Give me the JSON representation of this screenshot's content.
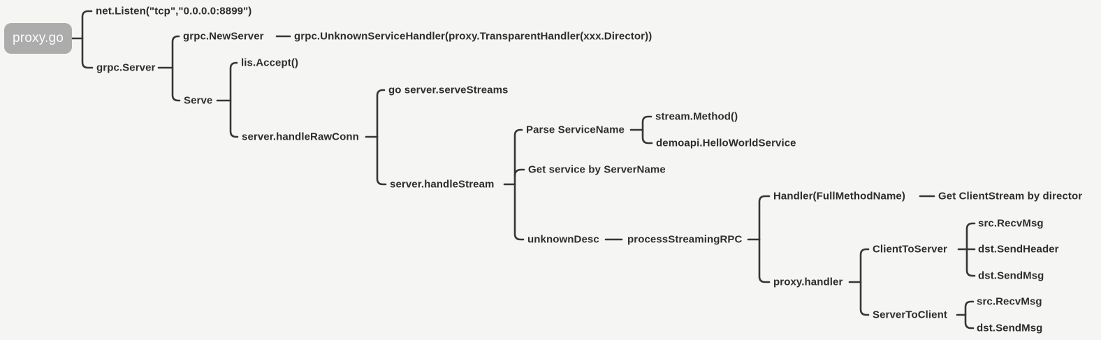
{
  "colors": {
    "background": "#f5f5f4",
    "line": "#363636",
    "text": "#2d2d2d",
    "root_background": "#acacac",
    "root_text": "#fbfbfb"
  },
  "nodes": {
    "proxy_go": {
      "label": "proxy.go"
    },
    "net_listen": {
      "label": "net.Listen(\"tcp\",\"0.0.0.0:8899\")"
    },
    "grpc_server": {
      "label": "grpc.Server"
    },
    "grpc_new_server": {
      "label": "grpc.NewServer"
    },
    "grpc_unknown_service_handler": {
      "label": "grpc.UnknownServiceHandler(proxy.TransparentHandler(xxx.Director))"
    },
    "serve": {
      "label": "Serve"
    },
    "lis_accept": {
      "label": "lis.Accept()"
    },
    "server_handle_raw_conn": {
      "label": "server.handleRawConn"
    },
    "go_server_serve_streams": {
      "label": "go server.serveStreams"
    },
    "server_handle_stream": {
      "label": "server.handleStream"
    },
    "parse_service_name": {
      "label": "Parse ServiceName"
    },
    "stream_method": {
      "label": "stream.Method()"
    },
    "demoapi_hello_world_service": {
      "label": "demoapi.HelloWorldService"
    },
    "get_service_by_server_name": {
      "label": "Get service by ServerName"
    },
    "unknown_desc": {
      "label": "unknownDesc"
    },
    "process_streaming_rpc": {
      "label": "processStreamingRPC"
    },
    "handler_full_method_name": {
      "label": "Handler(FullMethodName)"
    },
    "get_client_stream_by_director": {
      "label": "Get ClientStream by director"
    },
    "proxy_handler": {
      "label": "proxy.handler"
    },
    "client_to_server": {
      "label": "ClientToServer"
    },
    "cts_src_recv_msg": {
      "label": "src.RecvMsg"
    },
    "cts_dst_send_header": {
      "label": "dst.SendHeader"
    },
    "cts_dst_send_msg": {
      "label": "dst.SendMsg"
    },
    "server_to_client": {
      "label": "ServerToClient"
    },
    "stc_src_recv_msg": {
      "label": "src.RecvMsg"
    },
    "stc_dst_send_msg": {
      "label": "dst.SendMsg"
    }
  },
  "hierarchy": {
    "proxy_go": [
      "net_listen",
      "grpc_server"
    ],
    "grpc_server": [
      "grpc_new_server",
      "serve"
    ],
    "grpc_new_server": [
      "grpc_unknown_service_handler"
    ],
    "serve": [
      "lis_accept",
      "server_handle_raw_conn"
    ],
    "server_handle_raw_conn": [
      "go_server_serve_streams",
      "server_handle_stream"
    ],
    "server_handle_stream": [
      "parse_service_name",
      "get_service_by_server_name",
      "unknown_desc"
    ],
    "parse_service_name": [
      "stream_method",
      "demoapi_hello_world_service"
    ],
    "unknown_desc": [
      "process_streaming_rpc"
    ],
    "process_streaming_rpc": [
      "handler_full_method_name",
      "proxy_handler"
    ],
    "handler_full_method_name": [
      "get_client_stream_by_director"
    ],
    "proxy_handler": [
      "client_to_server",
      "server_to_client"
    ],
    "client_to_server": [
      "cts_src_recv_msg",
      "cts_dst_send_header",
      "cts_dst_send_msg"
    ],
    "server_to_client": [
      "stc_src_recv_msg",
      "stc_dst_send_msg"
    ]
  }
}
